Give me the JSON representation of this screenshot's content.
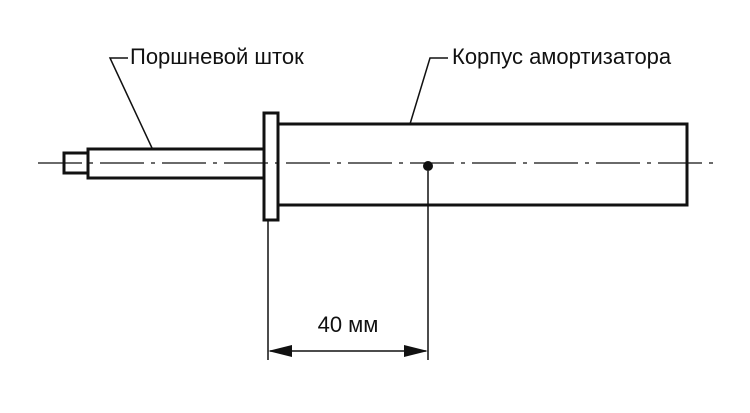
{
  "labels": {
    "piston_rod": "Поршневой шток",
    "absorber_body": "Корпус амортизатора"
  },
  "dimension": {
    "text": "40 мм"
  }
}
